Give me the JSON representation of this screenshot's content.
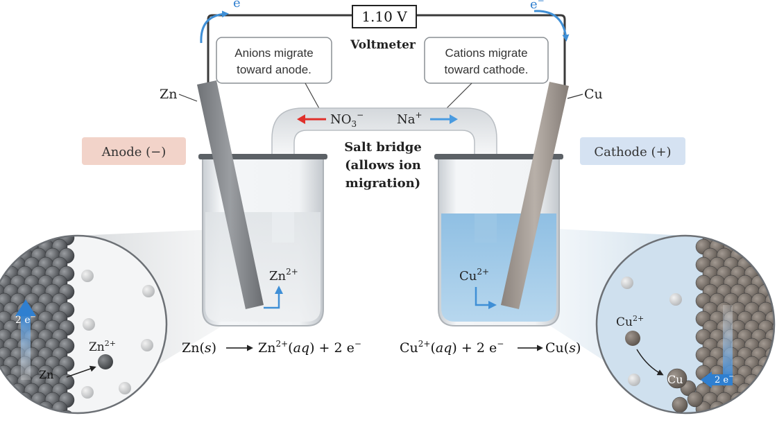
{
  "voltmeter": {
    "reading": "1.10 V",
    "label": "Voltmeter"
  },
  "wire": {
    "electron_left": "e",
    "electron_right": "e",
    "electron_right_sup": "−"
  },
  "callouts": {
    "anions_line1": "Anions migrate",
    "anions_line2": "toward anode.",
    "cations_line1": "Cations migrate",
    "cations_line2": "toward cathode."
  },
  "electrodes": {
    "left": "Zn",
    "right": "Cu"
  },
  "badges": {
    "anode": "Anode (−)",
    "cathode": "Cathode (+)"
  },
  "salt_bridge": {
    "anion_base": "NO",
    "anion_sub": "3",
    "anion_sup": "−",
    "cation_base": "Na",
    "cation_sup": "+",
    "label_line1": "Salt bridge",
    "label_line2": "(allows ion",
    "label_line3": "migration)"
  },
  "ions": {
    "zn_base": "Zn",
    "zn_sup": "2+",
    "cu_base": "Cu",
    "cu_sup": "2+"
  },
  "equations": {
    "left_a": "Zn(",
    "left_a_it": "s",
    "left_a_end": ")",
    "left_b": "Zn",
    "left_b_sup": "2+",
    "left_b_p": "(",
    "left_b_it": "aq",
    "left_b_end": ") + 2 e",
    "left_b_sup2": "−",
    "right_a": "Cu",
    "right_a_sup": "2+",
    "right_a_p": "(",
    "right_a_it": "aq",
    "right_a_end": ") + 2 e",
    "right_a_sup2": "−",
    "right_b": "Cu(",
    "right_b_it": "s",
    "right_b_end": ")"
  },
  "zoom_left": {
    "electron_label": "2 e",
    "electron_sup": "−",
    "ion_base": "Zn",
    "ion_sup": "2+",
    "atom_label": "Zn"
  },
  "zoom_right": {
    "ion_base": "Cu",
    "ion_sup": "2+",
    "atom_label": "Cu",
    "electron_label": "2 e",
    "electron_sup": "−"
  },
  "colors": {
    "wire": "#3a3a3a",
    "electron_arrow": "#3f8fd6",
    "anion_arrow": "#e0302b",
    "cation_arrow": "#4a9be0",
    "anode_badge": "#f2d3c9",
    "cathode_badge": "#d5e2f2",
    "cu_solution": "#a9cfe9",
    "zn_electrode": "#8d9094",
    "cu_electrode": "#a8a09a"
  }
}
